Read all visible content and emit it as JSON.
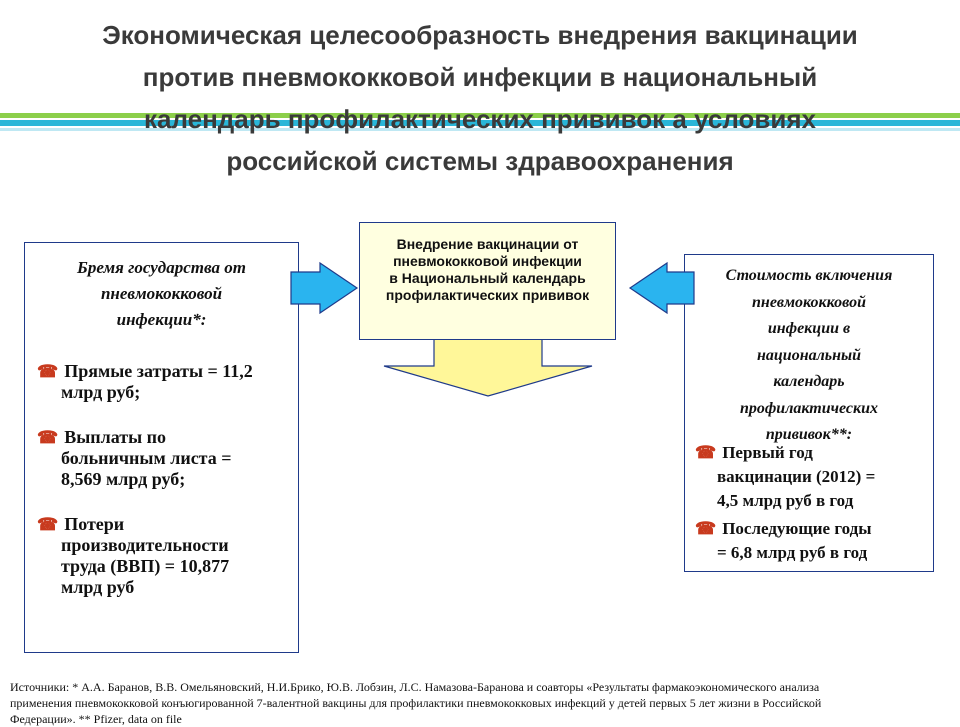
{
  "title": {
    "lines": [
      "Экономическая целесообразность внедрения вакцинации",
      "против пневмококковой инфекции в национальный",
      "календарь профилактических прививок а условиях",
      "российской системы здравоохранения"
    ]
  },
  "center": {
    "lines": [
      "Внедрение вакцинации от",
      "пневмококковой инфекции",
      "в Национальный календарь",
      "профилактических прививок"
    ]
  },
  "left_panel": {
    "heading_lines": [
      "Бремя государства от",
      "пневмококковой",
      "инфекции*:"
    ],
    "items": [
      {
        "lines": [
          "Прямые затраты = 11,2",
          "млрд руб;"
        ]
      },
      {
        "lines": [
          "Выплаты по",
          "больничным листа =",
          "8,569 млрд руб;"
        ]
      },
      {
        "lines": [
          "Потери",
          "производительности",
          "труда (ВВП) = 10,877",
          "млрд руб"
        ]
      }
    ]
  },
  "right_panel": {
    "heading_lines": [
      "Стоимость включения",
      "пневмококковой",
      "инфекции в",
      "национальный",
      "календарь",
      "профилактических",
      "прививок**:"
    ],
    "items": [
      {
        "lines": [
          "Первый год",
          "вакцинации (2012) =",
          "4,5 млрд руб в год"
        ]
      },
      {
        "lines": [
          "Последующие годы",
          "= 6,8 млрд руб в год"
        ]
      }
    ]
  },
  "bullet_glyph": "☎",
  "sources": {
    "lines": [
      "Источники: * А.А. Баранов, В.В. Омельяновский, Н.И.Брико, Ю.В. Лобзин, Л.С. Намазова-Баранова и соавторы «Результаты фармакоэкономического анализа",
      "применения пневмококковой конъюгированной 7-валентной вакцины для профилактики пневмококковых инфекций у детей первых 5 лет жизни в Российской",
      "Федерации». ** Pfizer, data on file"
    ]
  },
  "colors": {
    "stripe_green": "#8ccf4a",
    "stripe_cyan": "#29b6d8",
    "arrow_fill": "#2ab4ef",
    "down_arrow_fill": "#fff799",
    "box_border": "#1f3a8a",
    "bullet": "#c83a1e"
  }
}
